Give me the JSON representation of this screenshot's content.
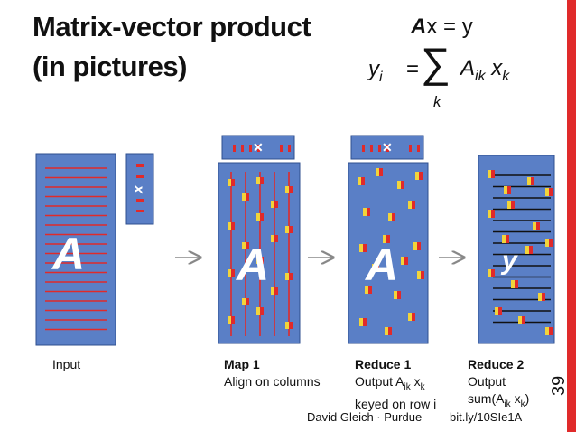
{
  "slide": {
    "title_line1": "Matrix-vector product",
    "title_line2": "(in pictures)",
    "page_number": "39",
    "accent_color": "#e02a2a"
  },
  "formula": {
    "top_A": "A",
    "top_rest": "x = y",
    "lhs": "yi",
    "equals": "=",
    "sum_symbol": "∑",
    "sum_index": "k",
    "term": "Aik xk"
  },
  "diagram": {
    "matrix_label": "A",
    "vector_label": "x",
    "result_label": "y",
    "colors": {
      "block": "#5a7fc6",
      "row_line": "#e02a2a",
      "yellow": "#f2d43a",
      "red": "#e02a2a",
      "black": "#111111",
      "arrow": "#888888"
    }
  },
  "captions": {
    "input": "Input",
    "map1_title": "Map 1",
    "map1_desc": "Align on columns",
    "reduce1_title": "Reduce 1",
    "reduce1_line1": "Output Aik xk",
    "reduce1_line2": "keyed on row i",
    "reduce2_title": "Reduce 2",
    "reduce2_line1": "Output",
    "reduce2_line2": "sum(Aik xk)"
  },
  "footer": {
    "author": "David Gleich · Purdue",
    "link": "bit.ly/10SIe1A"
  }
}
